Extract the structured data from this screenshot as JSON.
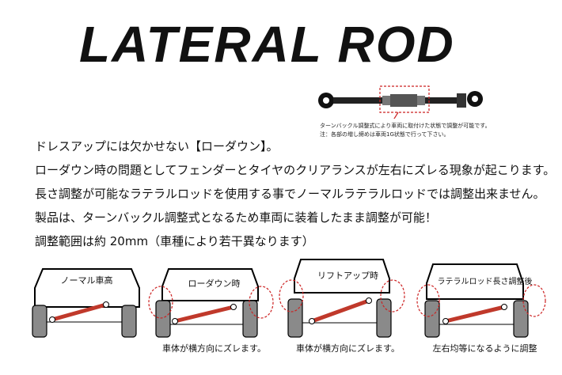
{
  "title": "LATERAL ROD",
  "rod_note": {
    "line1": "ターンバックル調整式により車両に取付けた状態で調整が可能です。",
    "line2": "注：各部の増し締めは車両1G状態で行って下さい。"
  },
  "description": [
    "ドレスアップには欠かせない【ローダウン】。",
    "ローダウン時の問題としてフェンダーとタイヤのクリアランスが左右にズレる現象が起こります。",
    "長さ調整が可能なラテラルロッドを使用する事でノーマルラテラルロッドでは調整出来ません。",
    "製品は、ターンバックル調整式となるため車両に装着したまま調整が可能！",
    "調整範囲は約 20mm（車種により若干異なります）"
  ],
  "panels": [
    {
      "label": "ノーマル車高",
      "caption": ""
    },
    {
      "label": "ローダウン時",
      "caption": "車体が横方向にズレます。"
    },
    {
      "label": "リフトアップ時",
      "caption": "車体が横方向にズレます。"
    },
    {
      "label": "ラテラルロッド長さ調整後",
      "caption": "左右均等になるように調整"
    }
  ],
  "colors": {
    "rod": "#c0392b",
    "highlight": "#cc2222",
    "tire": "#8a8a8a"
  }
}
